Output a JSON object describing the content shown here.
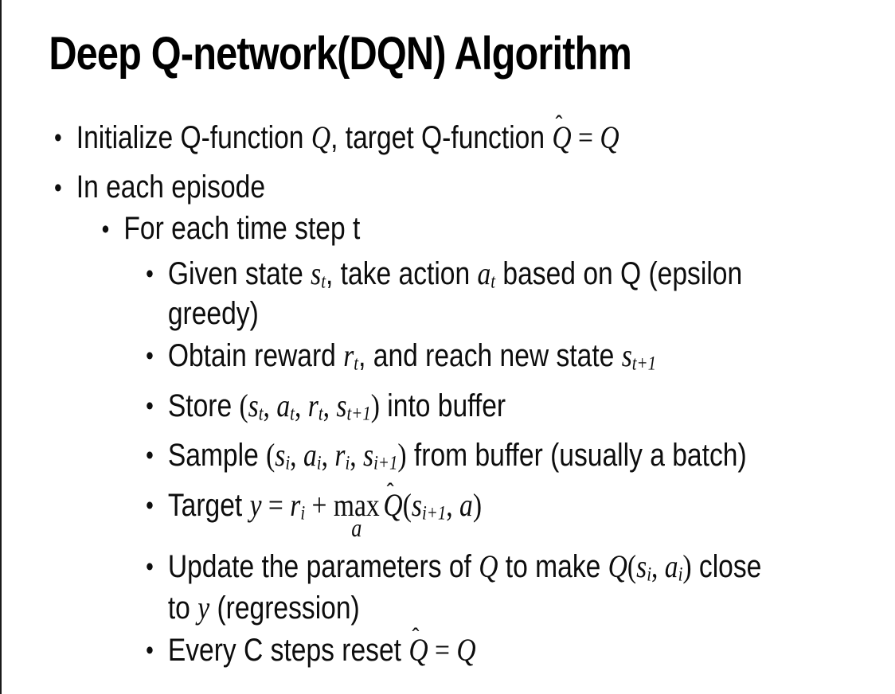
{
  "slide": {
    "title": "Deep Q-network(DQN) Algorithm",
    "background_color": "#ffffff",
    "text_color": "#0d0d0d",
    "border_color": "#1a1a1a",
    "bullet_glyph": "•",
    "bullets": [
      {
        "level": 1,
        "text": "Initialize Q-function Q, target Q-function Q̂ = Q",
        "segments": [
          {
            "k": "t",
            "x": "Initialize Q-function "
          },
          {
            "k": "v",
            "x": "Q"
          },
          {
            "k": "t",
            "x": ", target Q-function "
          },
          {
            "k": "h",
            "x": "Q"
          },
          {
            "k": "m",
            "x": " = "
          },
          {
            "k": "v",
            "x": "Q"
          }
        ]
      },
      {
        "level": 1,
        "text": "In each episode",
        "segments": [
          {
            "k": "t",
            "x": "In each episode"
          }
        ]
      },
      {
        "level": 2,
        "text": "For each time step t",
        "segments": [
          {
            "k": "t",
            "x": "For each time step t"
          }
        ]
      },
      {
        "level": 3,
        "text": "Given state st, take action at based on Q (epsilon greedy)",
        "segments": [
          {
            "k": "t",
            "x": "Given state "
          },
          {
            "k": "v",
            "x": "s"
          },
          {
            "k": "s",
            "x": "t"
          },
          {
            "k": "t",
            "x": ", take action "
          },
          {
            "k": "v",
            "x": "a"
          },
          {
            "k": "s",
            "x": "t"
          },
          {
            "k": "t",
            "x": " based on Q (epsilon"
          },
          {
            "k": "b"
          },
          {
            "k": "t",
            "x": "greedy)"
          }
        ]
      },
      {
        "level": 3,
        "text": "Obtain reward rt, and reach new state st+1",
        "segments": [
          {
            "k": "t",
            "x": "Obtain reward "
          },
          {
            "k": "v",
            "x": "r"
          },
          {
            "k": "s",
            "x": "t"
          },
          {
            "k": "t",
            "x": ", and reach new state "
          },
          {
            "k": "v",
            "x": "s"
          },
          {
            "k": "s",
            "x": "t+1"
          }
        ]
      },
      {
        "level": 3,
        "text": "Store (st, at, rt, st+1) into buffer",
        "segments": [
          {
            "k": "t",
            "x": "Store "
          },
          {
            "k": "m",
            "x": "("
          },
          {
            "k": "v",
            "x": "s"
          },
          {
            "k": "s",
            "x": "t"
          },
          {
            "k": "m",
            "x": ", "
          },
          {
            "k": "v",
            "x": "a"
          },
          {
            "k": "s",
            "x": "t"
          },
          {
            "k": "m",
            "x": ", "
          },
          {
            "k": "v",
            "x": "r"
          },
          {
            "k": "s",
            "x": "t"
          },
          {
            "k": "m",
            "x": ", "
          },
          {
            "k": "v",
            "x": "s"
          },
          {
            "k": "s",
            "x": "t+1"
          },
          {
            "k": "m",
            "x": ")"
          },
          {
            "k": "t",
            "x": " into buffer"
          }
        ]
      },
      {
        "level": 3,
        "text": "Sample (si, ai, ri, si+1) from buffer (usually a batch)",
        "segments": [
          {
            "k": "t",
            "x": "Sample "
          },
          {
            "k": "m",
            "x": "("
          },
          {
            "k": "v",
            "x": "s"
          },
          {
            "k": "s",
            "x": "i"
          },
          {
            "k": "m",
            "x": ", "
          },
          {
            "k": "v",
            "x": "a"
          },
          {
            "k": "s",
            "x": "i"
          },
          {
            "k": "m",
            "x": ", "
          },
          {
            "k": "v",
            "x": "r"
          },
          {
            "k": "s",
            "x": "i"
          },
          {
            "k": "m",
            "x": ", "
          },
          {
            "k": "v",
            "x": "s"
          },
          {
            "k": "s",
            "x": "i+1"
          },
          {
            "k": "m",
            "x": ")"
          },
          {
            "k": "t",
            "x": " from buffer (usually a batch)"
          }
        ]
      },
      {
        "level": 3,
        "text": "Target y = ri + max_a Q̂(si+1, a)",
        "segments": [
          {
            "k": "t",
            "x": "Target "
          },
          {
            "k": "v",
            "x": "y"
          },
          {
            "k": "m",
            "x": " = "
          },
          {
            "k": "v",
            "x": "r"
          },
          {
            "k": "s",
            "x": "i"
          },
          {
            "k": "m",
            "x": " + "
          },
          {
            "k": "x",
            "x": "max",
            "u": "a"
          },
          {
            "k": "h",
            "x": "Q"
          },
          {
            "k": "m",
            "x": "("
          },
          {
            "k": "v",
            "x": "s"
          },
          {
            "k": "s",
            "x": "i+1"
          },
          {
            "k": "m",
            "x": ", "
          },
          {
            "k": "v",
            "x": "a"
          },
          {
            "k": "m",
            "x": ")"
          }
        ]
      },
      {
        "level": 3,
        "text": "Update the parameters of Q to make Q(si, ai) close to y (regression)",
        "segments": [
          {
            "k": "t",
            "x": "Update the parameters of "
          },
          {
            "k": "v",
            "x": "Q"
          },
          {
            "k": "t",
            "x": " to make "
          },
          {
            "k": "v",
            "x": "Q"
          },
          {
            "k": "m",
            "x": "("
          },
          {
            "k": "v",
            "x": "s"
          },
          {
            "k": "s",
            "x": "i"
          },
          {
            "k": "m",
            "x": ", "
          },
          {
            "k": "v",
            "x": "a"
          },
          {
            "k": "s",
            "x": "i"
          },
          {
            "k": "m",
            "x": ")"
          },
          {
            "k": "t",
            "x": " close"
          },
          {
            "k": "b"
          },
          {
            "k": "t",
            "x": "to "
          },
          {
            "k": "v",
            "x": "y"
          },
          {
            "k": "t",
            "x": " (regression)"
          }
        ]
      },
      {
        "level": 3,
        "text": "Every C steps reset Q̂ = Q",
        "segments": [
          {
            "k": "t",
            "x": "Every C steps reset "
          },
          {
            "k": "h",
            "x": "Q"
          },
          {
            "k": "m",
            "x": " = "
          },
          {
            "k": "v",
            "x": "Q"
          }
        ]
      }
    ]
  }
}
